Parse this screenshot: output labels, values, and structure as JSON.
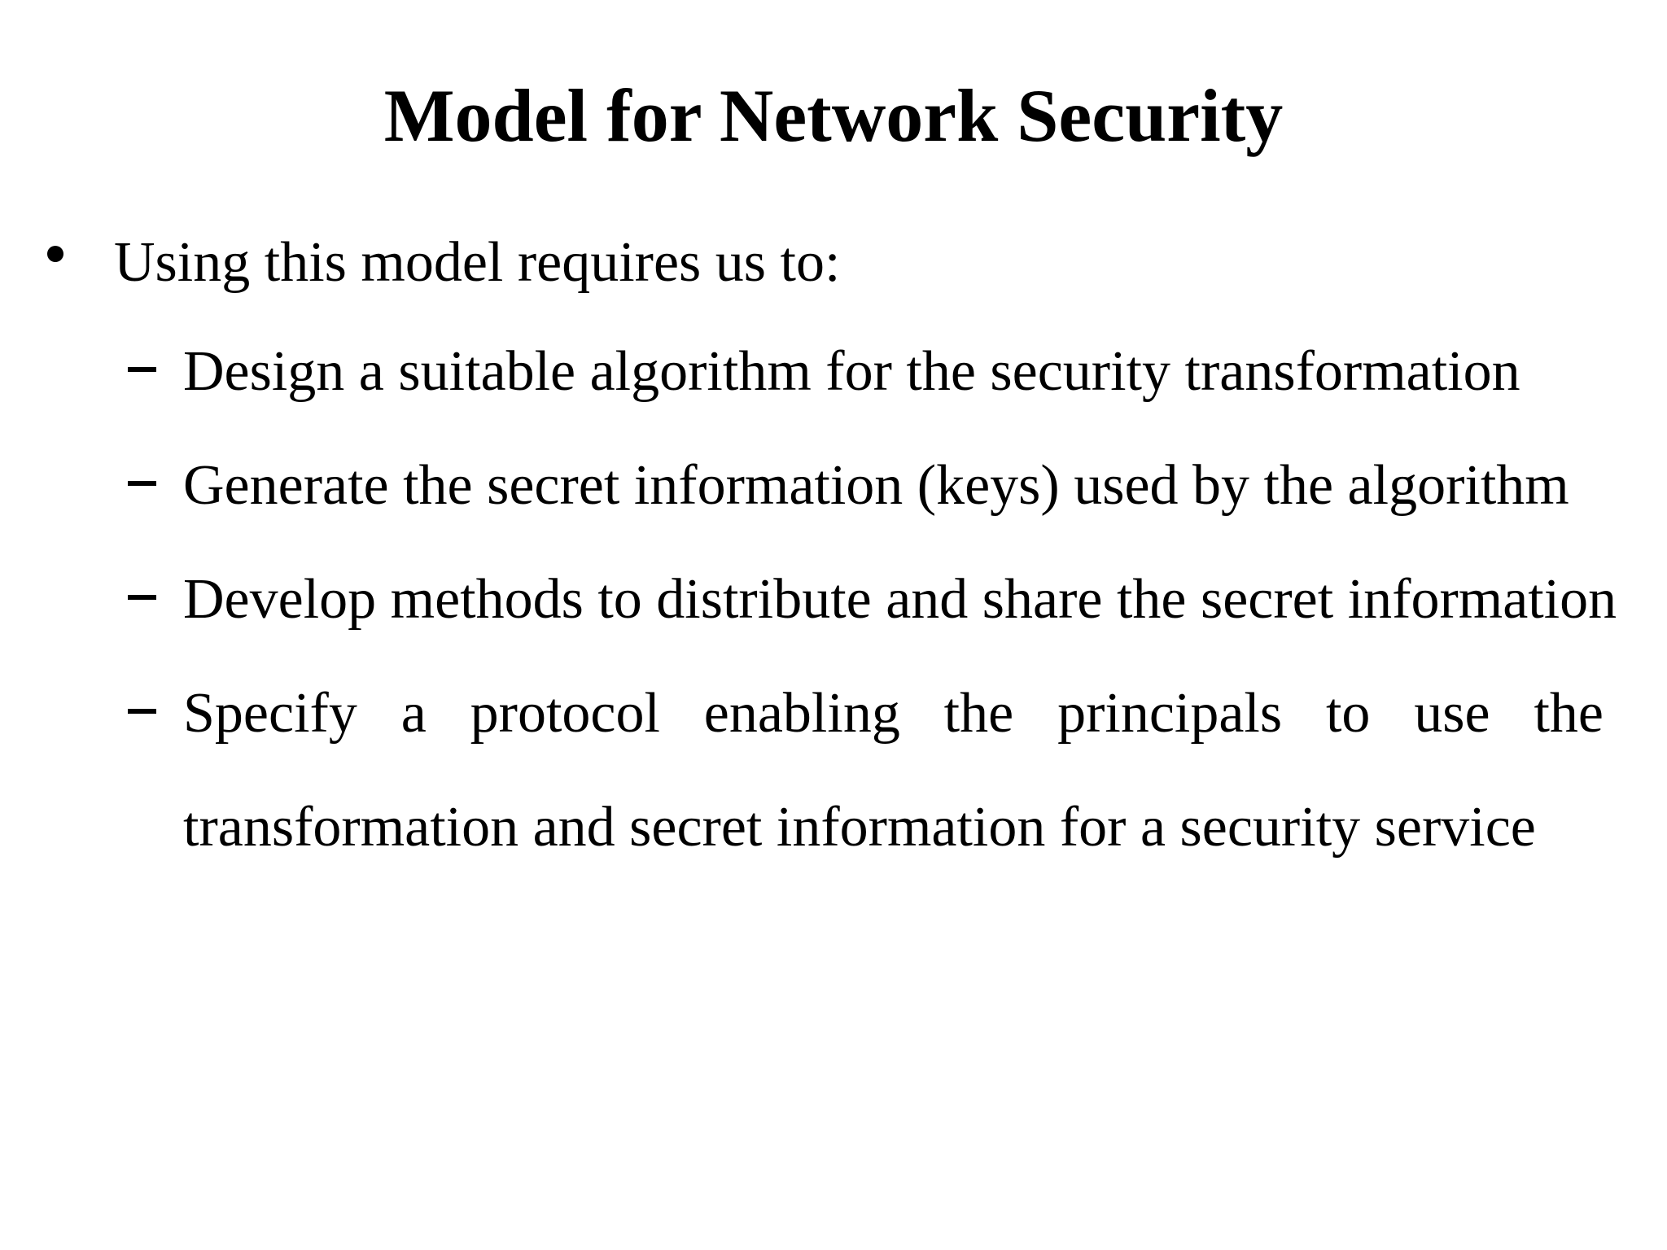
{
  "slide": {
    "title": "Model for Network Security",
    "colors": {
      "background": "#ffffff",
      "text": "#000000"
    },
    "icons": {
      "level1_bullet": "•",
      "level2_bullet": "–"
    },
    "bullets": [
      {
        "text": "Using this model requires us to:",
        "sub_items": [
          {
            "text": "Design a suitable algorithm for the security transformation"
          },
          {
            "text": "Generate the secret information (keys) used by the algorithm"
          },
          {
            "text": "Develop methods to distribute and share the secret information"
          },
          {
            "text": "Specify a protocol enabling the principals to use the transformation and secret information for a security service",
            "lines": [
              "Specify a protocol enabling the principals to use the",
              "transformation and secret information for a security service"
            ],
            "justified": true
          }
        ]
      }
    ]
  }
}
